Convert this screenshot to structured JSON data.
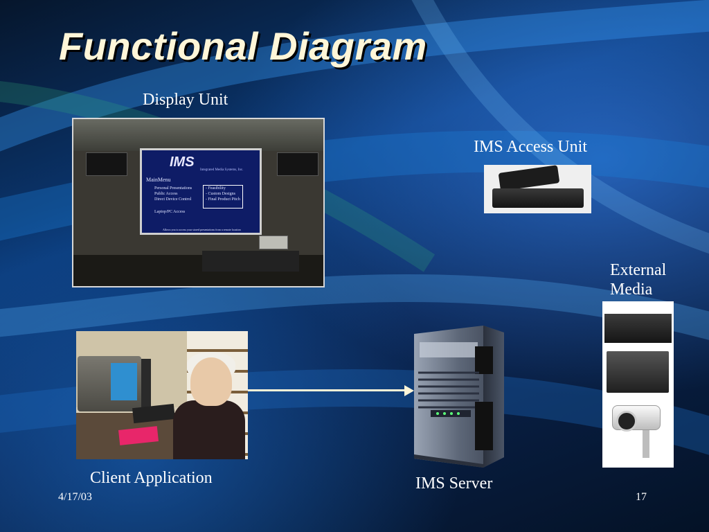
{
  "slide": {
    "title": "Functional Diagram",
    "date": "4/17/03",
    "page_number": "17"
  },
  "components": {
    "display_unit": {
      "label": "Display Unit"
    },
    "access_unit": {
      "label": "IMS Access Unit"
    },
    "external_media": {
      "label_line1": "External",
      "label_line2": "Media"
    },
    "client_application": {
      "label": "Client Application"
    },
    "server": {
      "label": "IMS Server"
    }
  },
  "display_screen": {
    "logo": "IMS",
    "tagline": "Integrated Media Systems, Inc.",
    "menu_title": "MainMenu",
    "menu_items": [
      "Personal Presentations",
      "Public Access",
      "Direct Device Control",
      "Laptop/PC Access"
    ],
    "submenu_items": [
      "- Feasibility",
      "- Custom Designs",
      "- Final Product Pitch"
    ],
    "footer_text": "Allows you to access your stored presentations from a remote location"
  },
  "colors": {
    "title": "#fff6d8",
    "connector": "#fff6d8",
    "label": "#ffffff"
  }
}
